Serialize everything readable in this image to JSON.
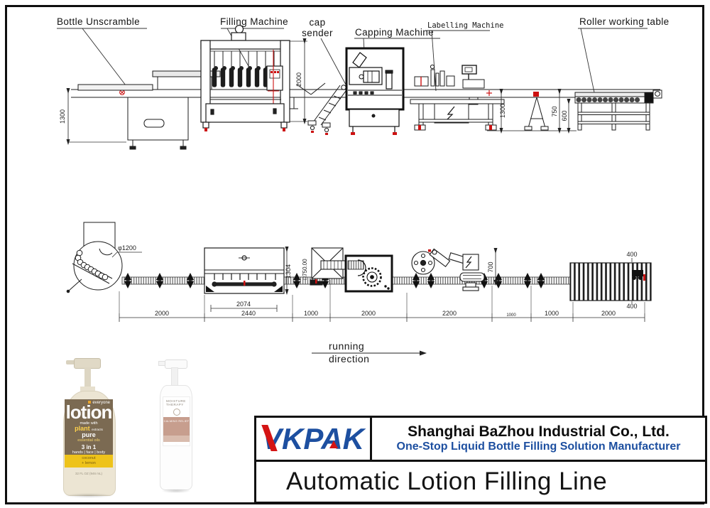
{
  "diagram": {
    "labels": {
      "bottle_unscramble": "Bottle Unscramble",
      "filling_machine": "Filling Machine",
      "cap_sender_l1": "cap",
      "cap_sender_l2": "sender",
      "capping_machine": "Capping Machine",
      "labelling_machine": "Labelling Machine",
      "roller_working_table": "Roller working table",
      "running_l1": "running",
      "running_l2": "direction"
    },
    "elevation_dims": {
      "unscrambler_height": "1300",
      "filler_height": "2000",
      "labeller_height": "1300",
      "conveyor_height": "750",
      "table_height": "600"
    },
    "plan_dims": {
      "turntable_diameter": "φ1200",
      "filler_depth": "1304",
      "cap_hopper_size": "□750.00",
      "labeller_depth": "700",
      "roller_width_top": "400",
      "roller_width_bottom": "400",
      "filler_inner_width": "2074",
      "chain": [
        "2000",
        "2440",
        "1000",
        "2000",
        "2200",
        "1000",
        "1000",
        "2000"
      ]
    }
  },
  "products": {
    "bottle_everyone": {
      "brand": "everyone",
      "title": "lotion",
      "sub1": "made with",
      "sub2": "plant",
      "sub2b": "extracts",
      "sub3": "pure",
      "sub4": "essential oils",
      "feature": "3 in 1",
      "uses": "hands | face | body",
      "scent1": "coconut",
      "scent2": "+ lemon",
      "size": "32 FL OZ (946 mL)"
    },
    "bottle_moisture": {
      "brand1": "MOISTURE",
      "brand2": "THERAPY",
      "line1": "CALMING RELIEF"
    }
  },
  "title_block": {
    "logo": "VKPAK",
    "company": "Shanghai BaZhou Industrial Co., Ltd.",
    "tagline": "One-Stop Liquid Bottle Filling Solution Manufacturer",
    "product_title": "Automatic Lotion Filling Line"
  }
}
